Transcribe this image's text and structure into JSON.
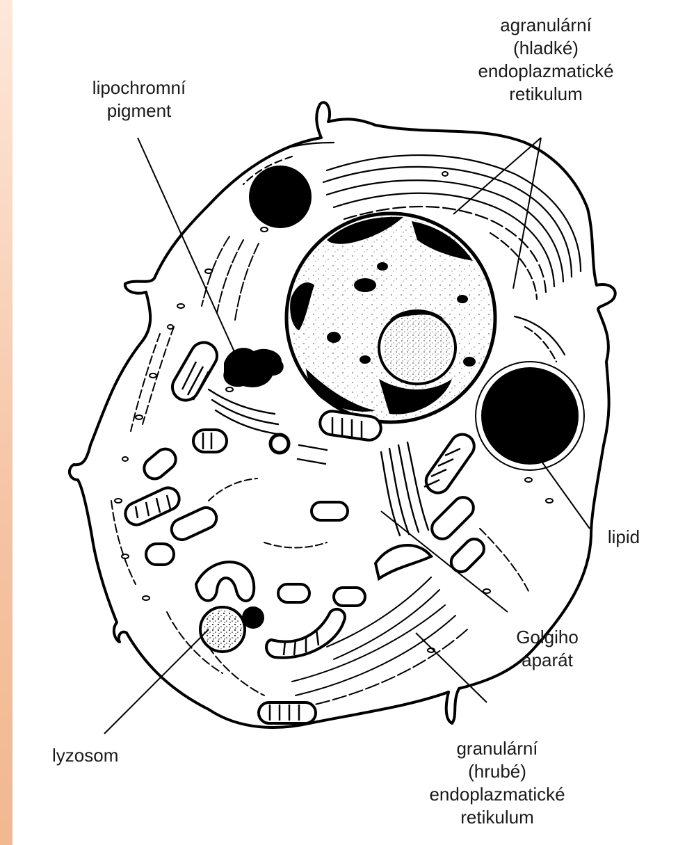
{
  "labels": {
    "agranular_er": [
      "agranulární",
      "(hladké)",
      "endoplazmatické",
      "retikulum"
    ],
    "lipochrome_pigment": [
      "lipochromní",
      "pigment"
    ],
    "lipid": [
      "lipid"
    ],
    "golgi": [
      "Golgiho",
      "aparát"
    ],
    "lysosome": [
      "lyzosom"
    ],
    "granular_er": [
      "granulární",
      "(hrubé)",
      "endoplazmatické",
      "retikulum"
    ]
  },
  "colors": {
    "ink": "#000000",
    "label_text": "#1a1a1a",
    "panel": "#ffffff",
    "background": "#f8cfb3"
  }
}
